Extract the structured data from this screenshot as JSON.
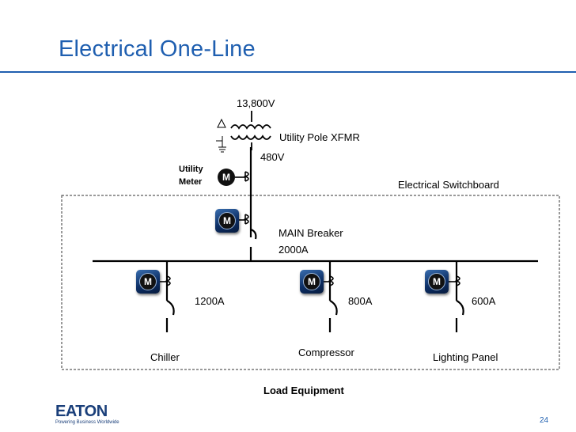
{
  "slide": {
    "title": "Electrical One-Line",
    "page_number": "24"
  },
  "utility": {
    "voltage_primary": "13,800V",
    "transformer_label": "Utility Pole XFMR",
    "voltage_secondary": "480V",
    "meter_label_line1": "Utility",
    "meter_label_line2": "Meter"
  },
  "switchboard": {
    "label": "Electrical Switchboard",
    "main_breaker_label": "MAIN Breaker",
    "main_breaker_rating": "2000A"
  },
  "feeders": [
    {
      "rating": "1200A",
      "load": "Chiller"
    },
    {
      "rating": "800A",
      "load": "Compressor"
    },
    {
      "rating": "600A",
      "load": "Lighting Panel"
    }
  ],
  "load_equipment_label": "Load Equipment",
  "meter_symbol": "M",
  "logo": {
    "wordmark": "EATON",
    "tagline": "Powering Business Worldwide"
  },
  "colors": {
    "title": "#1f5fb0",
    "meter_body": "#0d2f66"
  }
}
